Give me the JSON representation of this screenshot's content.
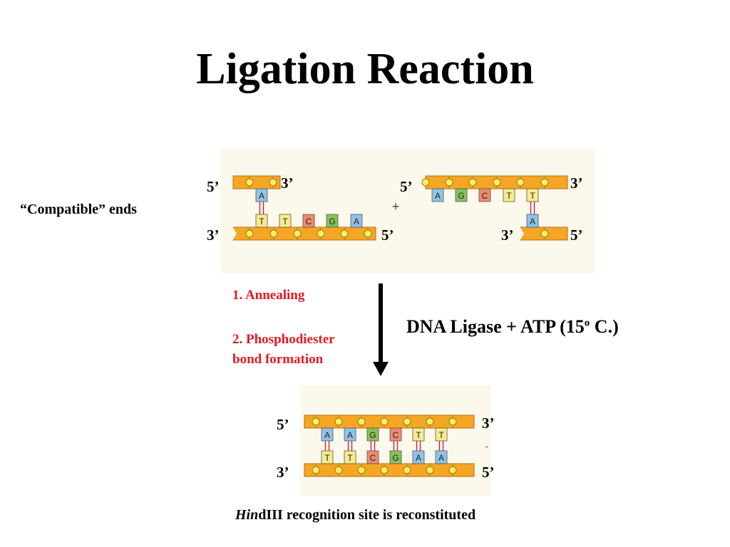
{
  "title": "Ligation Reaction",
  "compatible_label": "“Compatible” ends",
  "prime5": "5’",
  "prime3": "3’",
  "plus": "+",
  "minus": "-",
  "fragment_left": {
    "top_bases": [
      "A"
    ],
    "bottom_bases": [
      "T",
      "T",
      "C",
      "G",
      "A"
    ]
  },
  "fragment_right": {
    "top_bases": [
      "A",
      "G",
      "C",
      "T",
      "T"
    ],
    "bottom_bases": [
      "A"
    ]
  },
  "product": {
    "top_bases": [
      "A",
      "A",
      "G",
      "C",
      "T",
      "T"
    ],
    "bottom_bases": [
      "T",
      "T",
      "C",
      "G",
      "A",
      "A"
    ]
  },
  "base_colors": {
    "A": "#8fc3e8",
    "T": "#f7ec8c",
    "C": "#ee8a6c",
    "G": "#86c25a"
  },
  "steps": {
    "step1": "1. Annealing",
    "step2_line1": "2. Phosphodiester",
    "step2_line2": "bond formation"
  },
  "ligase": {
    "text": "DNA Ligase + ATP (15",
    "degree": "o",
    "unit": " C.)"
  },
  "footer": {
    "italic": "Hin",
    "rest": "dIII recognition site is reconstituted"
  }
}
